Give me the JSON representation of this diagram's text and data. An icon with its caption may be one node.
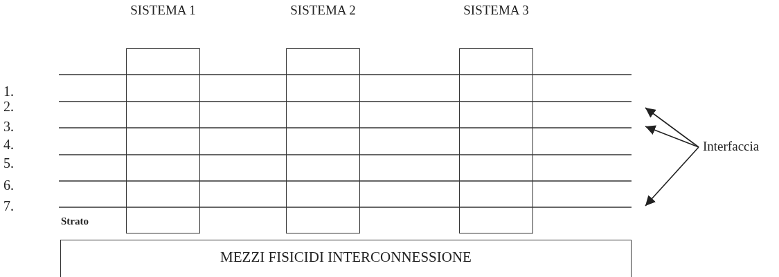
{
  "diagram": {
    "nodes": [
      {
        "text": [
          "SISTEMA 1"
        ]
      },
      {
        "text": [
          "SISTEMA 2"
        ]
      },
      {
        "text": [
          "SISTEMA 3"
        ]
      },
      {
        "text": [
          "MEZZI FISICIDI INTERCONNESSIONE"
        ]
      },
      {
        "text": [
          "Interfaccia"
        ]
      }
    ],
    "edges": [
      {
        "from": 4,
        "to": null,
        "arrow": "to"
      },
      {
        "from": 4,
        "to": null,
        "arrow": "to"
      },
      {
        "from": 4,
        "to": null,
        "arrow": "to"
      }
    ],
    "labels": [
      "1.",
      "2.",
      "3.",
      "4.",
      "5.",
      "6.",
      "7.",
      "Strato"
    ]
  }
}
